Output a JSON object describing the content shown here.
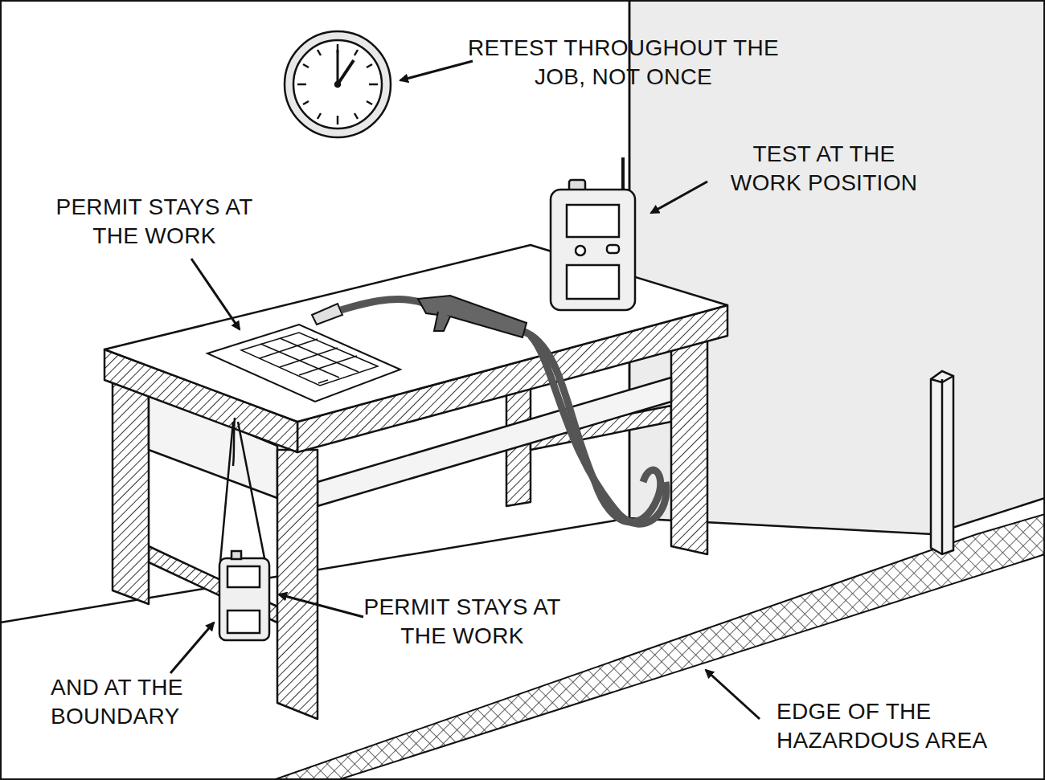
{
  "diagram": {
    "labels": [
      "RETEST THROUGHOUT THE JOB, NOT ONCE",
      "TEST AT THE WORK POSITION",
      "PERMIT STAYS AT THE WORK",
      "PERMIT STAYS AT THE WORK",
      "AND AT THE BOUNDARY",
      "EDGE OF THE HAZARDOUS AREA"
    ]
  }
}
